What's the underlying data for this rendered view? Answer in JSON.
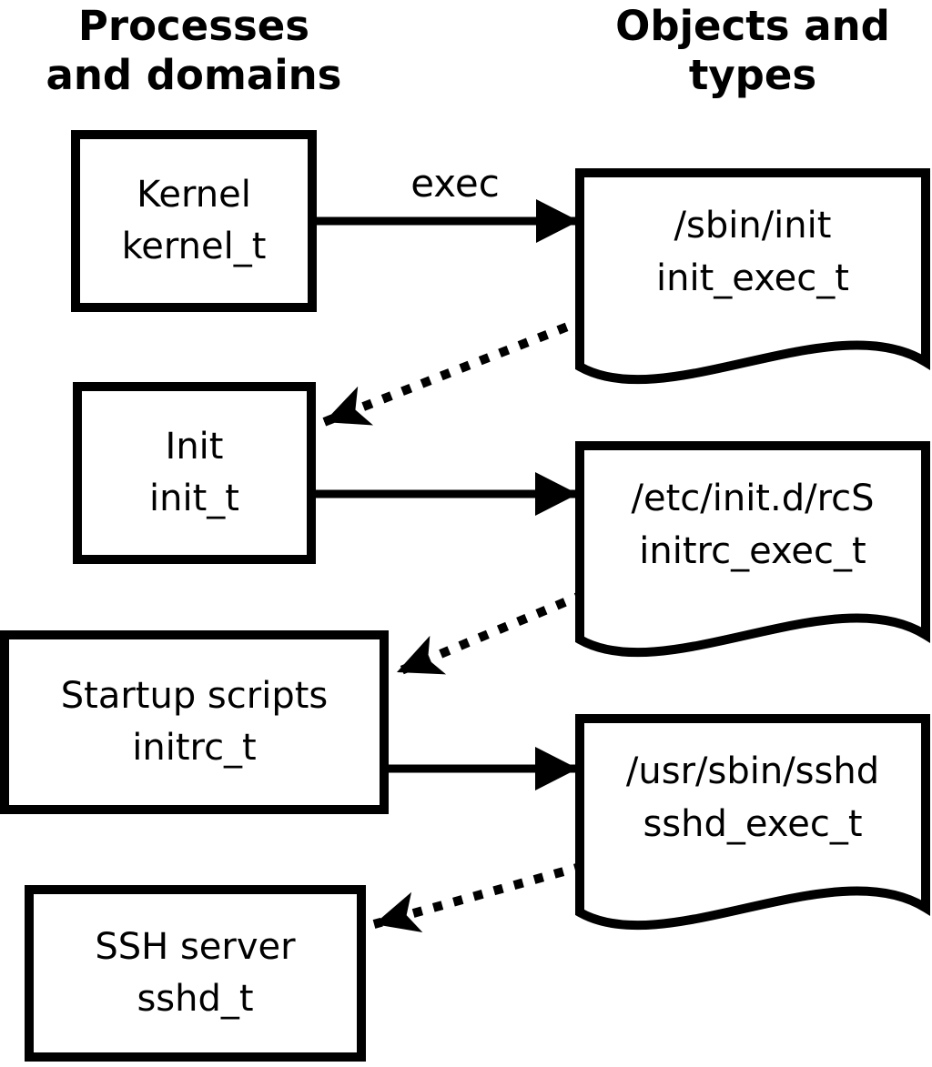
{
  "headers": {
    "left": {
      "line1": "Processes",
      "line2": "and domains"
    },
    "right": {
      "line1": "Objects and",
      "line2": "types"
    }
  },
  "arrow_label": "exec",
  "processes": [
    {
      "label": "Kernel",
      "domain": "kernel_t"
    },
    {
      "label": "Init",
      "domain": "init_t"
    },
    {
      "label": "Startup scripts",
      "domain": "initrc_t"
    },
    {
      "label": "SSH server",
      "domain": "sshd_t"
    }
  ],
  "objects": [
    {
      "path": "/sbin/init",
      "type": "init_exec_t"
    },
    {
      "path": "/etc/init.d/rcS",
      "type": "initrc_exec_t"
    },
    {
      "path": "/usr/sbin/sshd",
      "type": "sshd_exec_t"
    }
  ],
  "colors": {
    "foreground": "#000000",
    "background": "#ffffff"
  }
}
